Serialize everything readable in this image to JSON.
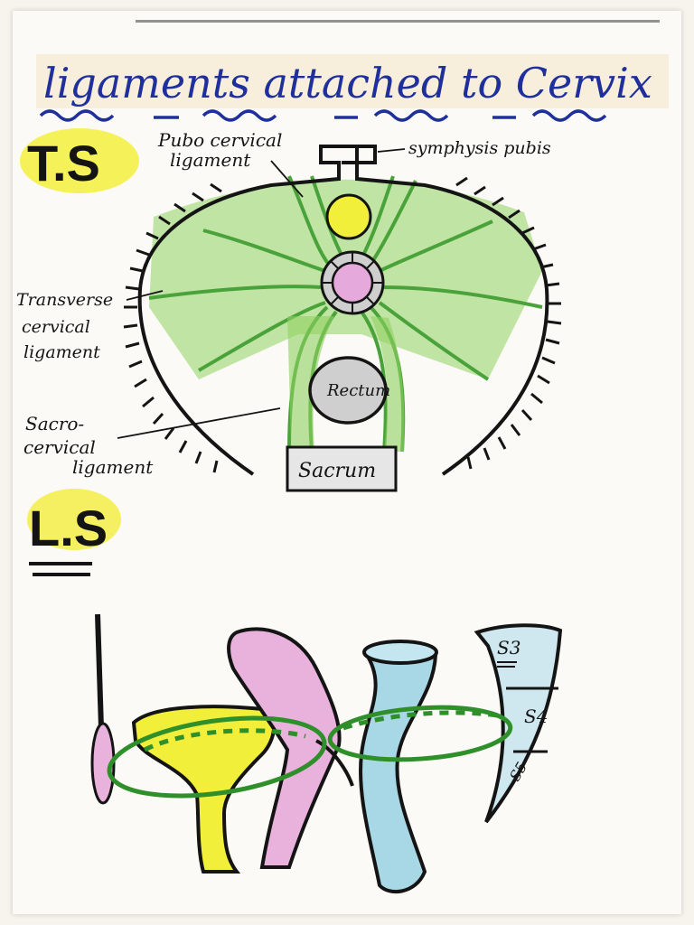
{
  "title": "ligaments attached to Cervix",
  "ts_section": {
    "heading": "T.S",
    "labels": {
      "pubocervical_1": "Pubo cervical",
      "pubocervical_2": "ligament",
      "symphysis": "symphysis pubis",
      "transverse_1": "Transverse",
      "transverse_2": "cervical",
      "transverse_3": "ligament",
      "sacrocervical_1": "Sacro-",
      "sacrocervical_2": "cervical",
      "sacrocervical_3": "ligament",
      "rectum": "Rectum",
      "sacrum": "Sacrum"
    }
  },
  "ls_section": {
    "heading": "L.S",
    "vertebra_labels": {
      "s3": "S3",
      "s4": "S4",
      "s5": "S5"
    }
  },
  "colors": {
    "ink": "#141414",
    "title_blue": "#1f2f9c",
    "highlight_yellow": "#f3ee3c",
    "ligament_green": "#7cc64f",
    "ligament_dark_green": "#2f8f2a",
    "bladder_yellow": "#f1ef3a",
    "cervix_pink": "#e6a9dc",
    "uterus_pink": "#e8b2dc",
    "rectum_blue": "#a8d7e6",
    "rectum_grey": "#cfcfcf"
  }
}
